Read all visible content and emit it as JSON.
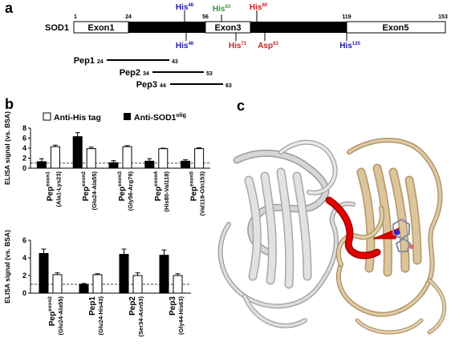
{
  "panels": {
    "a": "a",
    "b": "b",
    "c": "c"
  },
  "colors": {
    "blue": "#1a1aaa",
    "green": "#2e9a2e",
    "red": "#d11f1f",
    "bar": "#000000",
    "protein_gray": "#c8c8c8",
    "protein_tan": "#d7c29c",
    "protein_red": "#e00000"
  },
  "sod1": {
    "name": "SOD1",
    "positions": [
      "1",
      "24",
      "56",
      "119",
      "153"
    ],
    "exons": [
      "Exon1",
      "Exon3",
      "Exon5"
    ],
    "sites_top": [
      {
        "label": "His",
        "sup": "46",
        "color": "blue"
      },
      {
        "label": "His",
        "sup": "63",
        "color": "green"
      },
      {
        "label": "His",
        "sup": "80",
        "color": "red"
      }
    ],
    "sites_bottom": [
      {
        "label": "His",
        "sup": "48",
        "color": "blue"
      },
      {
        "label": "His",
        "sup": "71",
        "color": "red"
      },
      {
        "label": "Asp",
        "sup": "83",
        "color": "red"
      },
      {
        "label": "His",
        "sup": "120",
        "color": "blue"
      }
    ],
    "peptides": [
      {
        "name": "Pep1",
        "start": "24",
        "end": "43"
      },
      {
        "name": "Pep2",
        "start": "34",
        "end": "53"
      },
      {
        "name": "Pep3",
        "start": "44",
        "end": "63"
      }
    ]
  },
  "legend": {
    "open": "Anti-His tag",
    "filled_main": "Anti-SOD1",
    "filled_sup": "olig"
  },
  "chart_data": [
    {
      "type": "bar",
      "ylabel": "ELISA signal (vs. BSA)",
      "ylim": [
        0,
        8
      ],
      "yticks": [
        "0",
        "2",
        "4",
        "6",
        "8"
      ],
      "baseline": 1,
      "categories": [
        {
          "main": "Pep",
          "sup": "exon1",
          "sub": "(Ala1-Lys23)"
        },
        {
          "main": "Pep",
          "sup": "exon2",
          "sub": "(Glu24-Ala55)"
        },
        {
          "main": "Pep",
          "sup": "exon3",
          "sub": "(Gly56-Arg79)"
        },
        {
          "main": "Pep",
          "sup": "exon4",
          "sub": "(His80-Val118)"
        },
        {
          "main": "Pep",
          "sup": "exon5",
          "sub": "(Val119-Gln153)"
        }
      ],
      "series": [
        {
          "name": "Anti-SOD1olig",
          "values": [
            1.3,
            6.3,
            1.1,
            1.4,
            1.4
          ],
          "errors": [
            0.6,
            0.8,
            0.4,
            0.5,
            0.3
          ]
        },
        {
          "name": "Anti-His tag",
          "values": [
            4.3,
            3.9,
            4.3,
            3.9,
            3.9
          ],
          "errors": [
            0.3,
            0.3,
            0.2,
            0.1,
            0.2
          ]
        }
      ]
    },
    {
      "type": "bar",
      "ylabel": "ELISA signal (vs. BSA)",
      "ylim": [
        0,
        6
      ],
      "yticks": [
        "0",
        "2",
        "4",
        "6"
      ],
      "baseline": 1,
      "categories": [
        {
          "main": "Pep",
          "sup": "exon2",
          "sub": "(Glu24-Ala55)"
        },
        {
          "main": "Pep1",
          "sup": "",
          "sub": "(Glu24-His43)"
        },
        {
          "main": "Pep2",
          "sup": "",
          "sub": "(Ser34-Asn53)"
        },
        {
          "main": "Pep3",
          "sup": "",
          "sub": "(Gly44-His63)"
        }
      ],
      "series": [
        {
          "name": "Anti-SOD1olig",
          "values": [
            4.5,
            1.0,
            4.4,
            4.3
          ],
          "errors": [
            0.5,
            0.1,
            0.6,
            0.6
          ]
        },
        {
          "name": "Anti-His tag",
          "values": [
            2.1,
            2.1,
            2.0,
            2.0
          ],
          "errors": [
            0.2,
            0.1,
            0.3,
            0.2
          ]
        }
      ]
    }
  ]
}
